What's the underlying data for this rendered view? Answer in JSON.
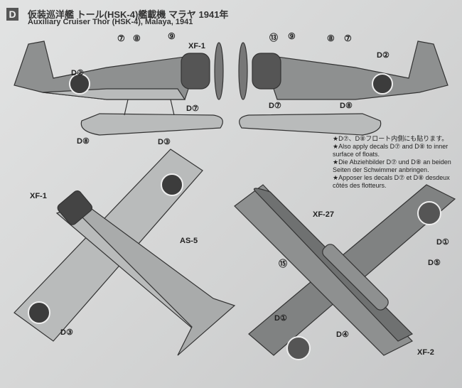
{
  "header": {
    "badge": "D",
    "title_jp": "仮装巡洋艦 トール(HSK-4)艦載機 マラヤ 1941年",
    "title_en": "Auxiliary Cruiser Thor (HSK-4), Malaya, 1941"
  },
  "notes": [
    "★D⑦、D⑧フロート内側にも貼ります。",
    "★Also apply decals D⑦ and D⑧ to inner surface of floats.",
    "★Die Abziehbilder D⑦ und D⑧ an beiden Seiten der Schwimmer anbringen.",
    "★Apposer les decals D⑦ et D⑧ desdeux côtés des flotteurs."
  ],
  "left_side": {
    "c7": "⑦",
    "c8": "⑧",
    "c9": "⑨",
    "xf1": "XF-1",
    "d2": "D②",
    "d7": "D⑦",
    "d8": "D⑧"
  },
  "right_side": {
    "c13": "⑬",
    "c9": "⑨",
    "c8": "⑧",
    "c7": "⑦",
    "d2": "D②",
    "d7": "D⑦",
    "d8": "D⑧"
  },
  "top_view": {
    "d3a": "D③",
    "xf1": "XF-1",
    "as5": "AS-5",
    "d3b": "D③"
  },
  "bottom_view": {
    "xf27": "XF-27",
    "c15": "⑮",
    "d1a": "D①",
    "d5": "D⑤",
    "d1b": "D①",
    "d4": "D④",
    "xf2": "XF-2"
  },
  "colors": {
    "topside": "#8e9090",
    "underside": "#b9bbbb",
    "hinomaru": "#3c3c3c"
  }
}
